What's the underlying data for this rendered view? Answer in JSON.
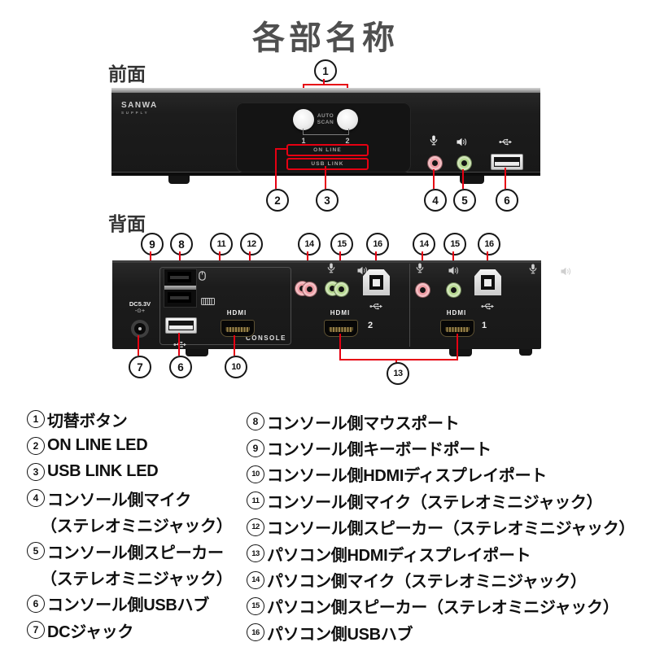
{
  "title": "各部名称",
  "front": {
    "section_label": "前面",
    "brand_line1": "SANWA",
    "brand_line2": "SUPPLY",
    "auto_scan_line1": "AUTO",
    "auto_scan_line2": "SCAN",
    "button1_label": "1",
    "button2_label": "2",
    "online_led_label": "ON LINE",
    "usb_link_label": "USB LINK"
  },
  "back": {
    "section_label": "背面",
    "dc_voltage_label": "DC5.3V",
    "dc_polarity": "-⊙+",
    "console_label": "CONSOLE",
    "hdmi_label": "HDMI",
    "pc2_number": "2",
    "pc1_number": "1"
  },
  "callouts": {
    "front_top": [
      "1"
    ],
    "front_bottom": [
      "2",
      "3",
      "4",
      "5",
      "6"
    ],
    "back_top": [
      "9",
      "8",
      "11",
      "12",
      "14",
      "15",
      "16",
      "14",
      "15",
      "16"
    ],
    "back_bottom": [
      "7",
      "6",
      "10",
      "13"
    ]
  },
  "legend": {
    "left": [
      {
        "num": "1",
        "text": "切替ボタン"
      },
      {
        "num": "2",
        "text": "ON LINE LED"
      },
      {
        "num": "3",
        "text": "USB LINK LED"
      },
      {
        "num": "4",
        "text": "コンソール側マイク"
      },
      {
        "text": "（ステレオミニジャック）"
      },
      {
        "num": "5",
        "text": "コンソール側スピーカー"
      },
      {
        "text": "（ステレオミニジャック）"
      },
      {
        "num": "6",
        "text": "コンソール側USBハブ"
      },
      {
        "num": "7",
        "text": "DCジャック"
      }
    ],
    "right": [
      {
        "num": "8",
        "text": "コンソール側マウスポート"
      },
      {
        "num": "9",
        "text": "コンソール側キーボードポート"
      },
      {
        "num": "10",
        "text": "コンソール側HDMIディスプレイポート"
      },
      {
        "num": "11",
        "text": "コンソール側マイク（ステレオミニジャック）"
      },
      {
        "num": "12",
        "text": "コンソール側スピーカー（ステレオミニジャック）"
      },
      {
        "num": "13",
        "text": "パソコン側HDMIディスプレイポート"
      },
      {
        "num": "14",
        "text": "パソコン側マイク（ステレオミニジャック）"
      },
      {
        "num": "15",
        "text": "パソコン側スピーカー（ステレオミニジャック）"
      },
      {
        "num": "16",
        "text": "パソコン側USBハブ"
      }
    ]
  },
  "icons": {
    "microphone": "mic-icon",
    "speaker": "speaker-icon",
    "usb_trident": "usb-icon",
    "mouse": "mouse-icon",
    "keyboard": "keyboard-icon"
  },
  "colors": {
    "callout_red": "#e60012",
    "mic_jack_pink": "#ee9aa2",
    "speaker_jack_green": "#b5d78f",
    "device_black": "#1e1e1e",
    "title_gray": "#4f4f4f"
  }
}
